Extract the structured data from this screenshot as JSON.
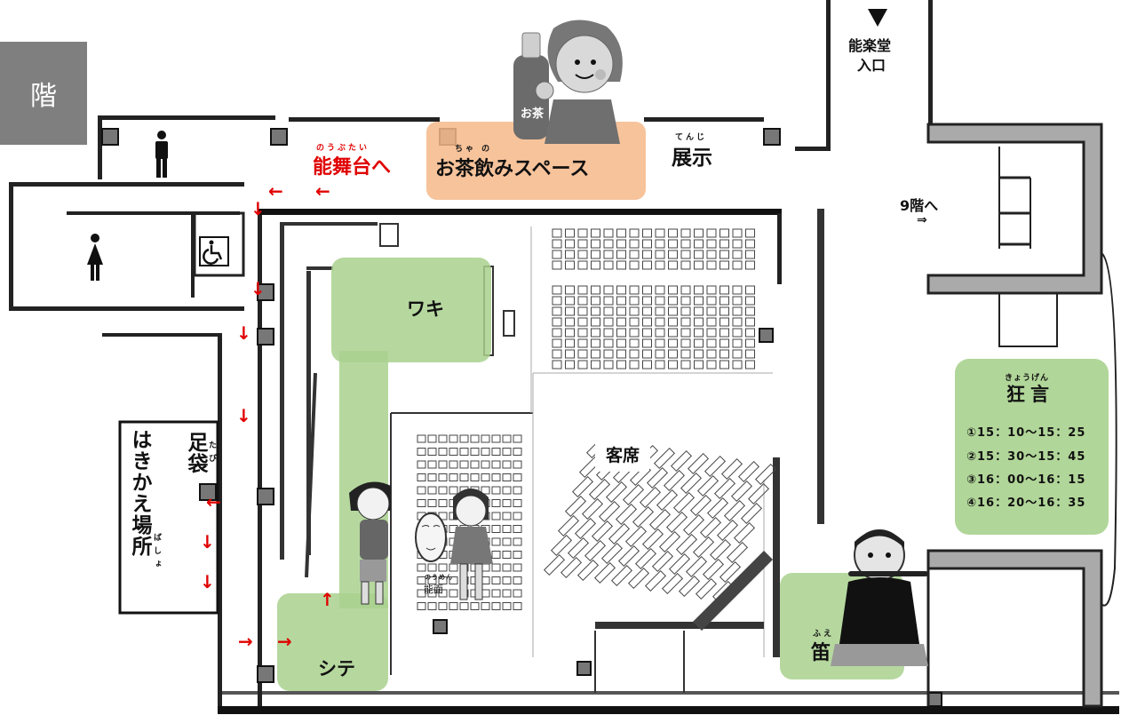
{
  "floor_tab": "階",
  "labels": {
    "nobutai": "能舞台へ",
    "nobutai_ruby": "のうぶたい",
    "tea_space": "お茶飲みスペース",
    "tea_ruby": "ちゃ の",
    "tenji": "展示",
    "tenji_ruby": "てんじ",
    "entrance_line1": "能楽堂",
    "entrance_line2": "入口",
    "to_9f": "9階へ",
    "to_9f_arrow": "⇒",
    "waki": "ワキ",
    "shite": "シテ",
    "kyakuseki": "客席",
    "tabi": "足袋",
    "tabi_ruby": "たび",
    "hakikae": "はきかえ場所",
    "basho_ruby": "ばしょ",
    "fue": "笛",
    "fue_ruby": "ふえ",
    "nomen": "能面",
    "nomen_ruby": "のうめん",
    "tea_bottle_text": "お茶"
  },
  "kyogen": {
    "title": "狂言",
    "title_ruby": "きょうげん",
    "schedule": [
      "①15：10〜15：25",
      "②15：30〜15：45",
      "③16：00〜16：15",
      "④16：20〜16：35"
    ]
  },
  "route_arrows": [
    "←",
    "←",
    "↓",
    "↓",
    "↓",
    "↓",
    "←",
    "↓",
    "↓",
    "→",
    "→",
    "↑"
  ],
  "icons": [
    "male-toilet-icon",
    "female-toilet-icon",
    "wheelchair-icon",
    "entrance-triangle-icon"
  ],
  "colors": {
    "zone_green": "#a9d18e",
    "zone_orange": "#f6b889",
    "route_red": "#e00000",
    "floor_tab": "#7f7f7f"
  }
}
